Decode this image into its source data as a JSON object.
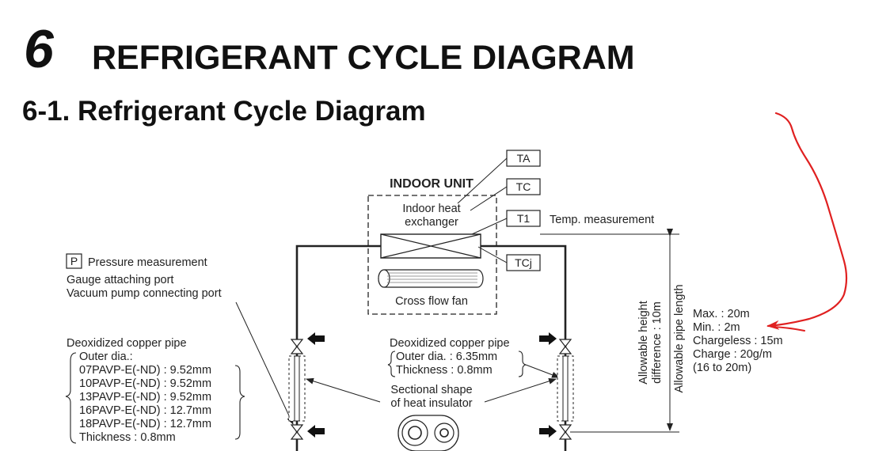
{
  "header": {
    "chapter_number": "6",
    "chapter_title": "REFRIGERANT CYCLE DIAGRAM",
    "section_title": "6-1.  Refrigerant Cycle Diagram"
  },
  "diagram": {
    "indoor_unit_label": "INDOOR UNIT",
    "sensors": [
      "TA",
      "TC",
      "T1",
      "TCj"
    ],
    "temp_measurement": "Temp. measurement",
    "heat_exchanger_line1": "Indoor heat",
    "heat_exchanger_line2": "exchanger",
    "cross_flow_fan": "Cross flow fan",
    "pressure_symbol": "P",
    "pressure_measurement": "Pressure measurement",
    "gauge_port": "Gauge attaching port",
    "vacuum_port": "Vacuum pump connecting port",
    "left_pipe": {
      "title": "Deoxidized copper pipe",
      "outer_dia_label": "Outer dia.:",
      "models": [
        "07PAVP-E(-ND) : 9.52mm",
        "10PAVP-E(-ND) : 9.52mm",
        "13PAVP-E(-ND) : 9.52mm",
        "16PAVP-E(-ND) : 12.7mm",
        "18PAVP-E(-ND) : 12.7mm"
      ],
      "thickness": "Thickness : 0.8mm"
    },
    "right_pipe": {
      "title": "Deoxidized copper pipe",
      "outer_dia": "Outer dia.  : 6.35mm",
      "thickness": "Thickness : 0.8mm"
    },
    "insulator_line1": "Sectional shape",
    "insulator_line2": "of heat insulator",
    "allowable_height_line1": "Allowable height",
    "allowable_height_line2": "difference : 10m",
    "allowable_pipe_length": "Allowable pipe length",
    "pipe_specs": {
      "max": "Max.     : 20m",
      "min": "Min.      : 2m",
      "chargeless": "Chargeless : 15m",
      "charge": "Charge : 20g/m",
      "charge_range": "(16 to 20m)"
    },
    "annotation_color": "#e02020"
  }
}
